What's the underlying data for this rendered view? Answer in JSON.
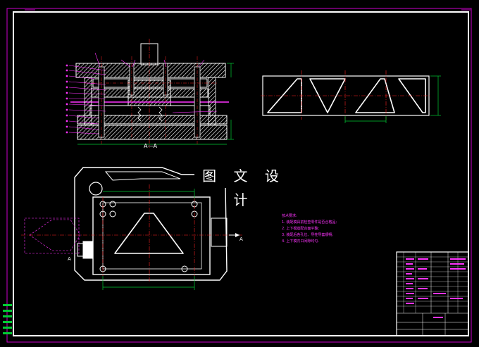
{
  "overlay_title": "图 文 设 计",
  "section_label": "A—A",
  "section_markers": [
    "A",
    "A"
  ],
  "tech_notes": {
    "heading": "技术要求:",
    "items": [
      "1. 装配模具前检查零件是否合格品;",
      "2. 上下模座配合面平整;",
      "3. 装配后各孔位、导柱导套顺畅;",
      "4. 上下模刃口间隙均匀."
    ]
  },
  "colors": {
    "frame": "#ffffff",
    "border": "#cc00cc",
    "outline": "#ffffff",
    "dimension": "#00cc33",
    "centerline": "#ff2222",
    "annotation": "#ff33ff",
    "hatch": "#ffffff"
  }
}
